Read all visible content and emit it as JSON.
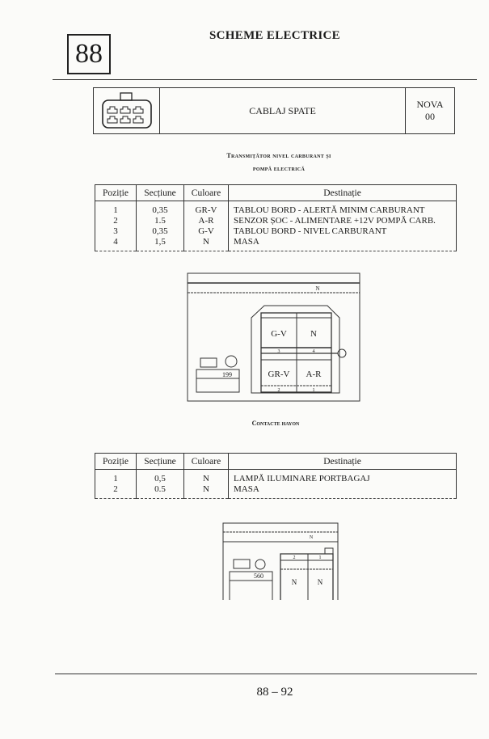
{
  "page": {
    "chapter": "88",
    "title": "SCHEME ELECTRICE",
    "page_number": "88 – 92"
  },
  "header": {
    "connector_icon": "connector-6-pin-icon",
    "label": "CABLAJ SPATE",
    "nova_line1": "NOVA",
    "nova_line2": "00"
  },
  "section1": {
    "title_line1": "Transmițător nivel carburant și",
    "title_line2": "pompă electrică",
    "columns": [
      "Poziție",
      "Secțiune",
      "Culoare",
      "Destinație"
    ],
    "rows": [
      {
        "pos": "1",
        "sec": "0,35",
        "col": "GR-V",
        "dest": "TABLOU BORD - ALERTĂ MINIM CARBURANT"
      },
      {
        "pos": "2",
        "sec": "1.5",
        "col": "A-R",
        "dest": "SENZOR ȘOC - ALIMENTARE +12V POMPĂ CARB."
      },
      {
        "pos": "3",
        "sec": "0,35",
        "col": "G-V",
        "dest": "TABLOU BORD - NIVEL CARBURANT"
      },
      {
        "pos": "4",
        "sec": "1,5",
        "col": "N",
        "dest": "MASA"
      }
    ],
    "diagram": {
      "band_label": "N",
      "box_number": "199",
      "cells": [
        {
          "color": "G-V",
          "pin": "3"
        },
        {
          "color": "N",
          "pin": "4"
        },
        {
          "color": "GR-V",
          "pin": "2"
        },
        {
          "color": "A-R",
          "pin": "1"
        }
      ]
    }
  },
  "section2": {
    "title": "Contacte hayon",
    "columns": [
      "Poziție",
      "Secțiune",
      "Culoare",
      "Destinație"
    ],
    "rows": [
      {
        "pos": "1",
        "sec": "0,5",
        "col": "N",
        "dest": "LAMPĂ ILUMINARE PORTBAGAJ"
      },
      {
        "pos": "2",
        "sec": "0.5",
        "col": "N",
        "dest": "MASA"
      }
    ],
    "diagram": {
      "band_label": "N",
      "box_number": "560",
      "cells": [
        {
          "color": "N",
          "pin": "2"
        },
        {
          "color": "N",
          "pin": "1"
        }
      ]
    }
  }
}
